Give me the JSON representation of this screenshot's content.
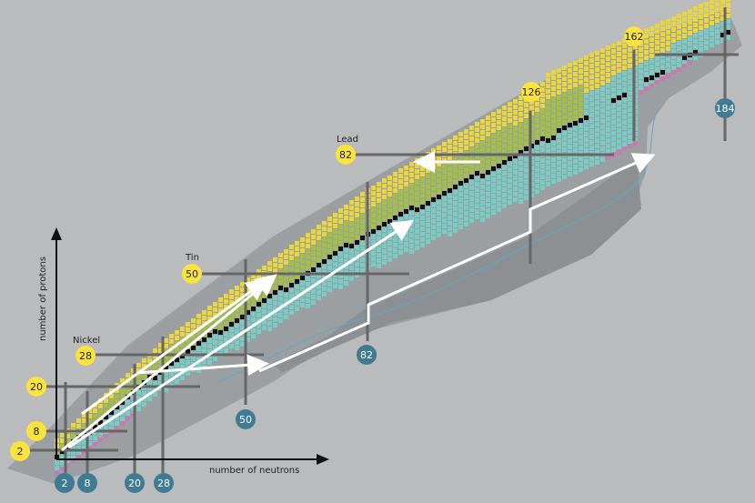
{
  "axes": {
    "x_label": "number of neutrons",
    "y_label": "number of protons"
  },
  "colors": {
    "background": "#b9bbbd",
    "band": "#9c9fa2",
    "band_dark": "#8d9093",
    "stable": "#111111",
    "neutron_rich": "#76cdc6",
    "proton_rich": "#a4c042",
    "far_proton_rich": "#e8d63c",
    "proton_drip": "#c87ab0",
    "magic_proton_badge": "#fae33a",
    "magic_neutron_badge": "#3f7c93",
    "path": "#ffffff",
    "drip_line": "#5fa8c8",
    "magic_line": "#666666"
  },
  "proton_magic": [
    {
      "value": "2",
      "element": ""
    },
    {
      "value": "8",
      "element": ""
    },
    {
      "value": "20",
      "element": ""
    },
    {
      "value": "28",
      "element": "Nickel"
    },
    {
      "value": "50",
      "element": "Tin"
    },
    {
      "value": "82",
      "element": "Lead"
    },
    {
      "value": "126",
      "element": ""
    },
    {
      "value": "162",
      "element": ""
    }
  ],
  "neutron_magic": [
    {
      "value": "2"
    },
    {
      "value": "8"
    },
    {
      "value": "20"
    },
    {
      "value": "28"
    },
    {
      "value": "50"
    },
    {
      "value": "82"
    },
    {
      "value": "184"
    }
  ],
  "legend": {}
}
